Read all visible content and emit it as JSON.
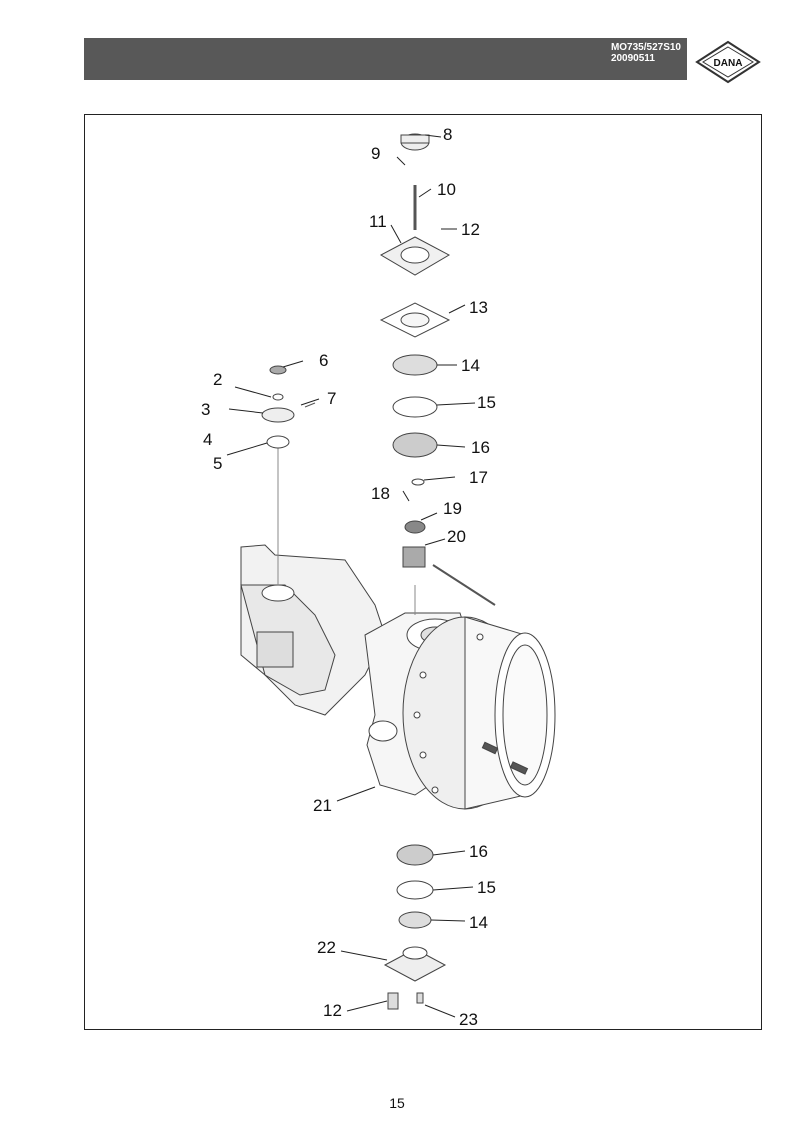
{
  "header": {
    "doc_code": "MO735/527S10",
    "date": "20090511",
    "logo_text": "DANA"
  },
  "figure": {
    "callouts": [
      "8",
      "9",
      "10",
      "11",
      "12",
      "13",
      "6",
      "14",
      "2",
      "7",
      "3",
      "15",
      "4",
      "16",
      "5",
      "17",
      "18",
      "19",
      "20",
      "21",
      "16",
      "15",
      "14",
      "22",
      "12",
      "23"
    ]
  },
  "footer": {
    "page_number": "15"
  }
}
